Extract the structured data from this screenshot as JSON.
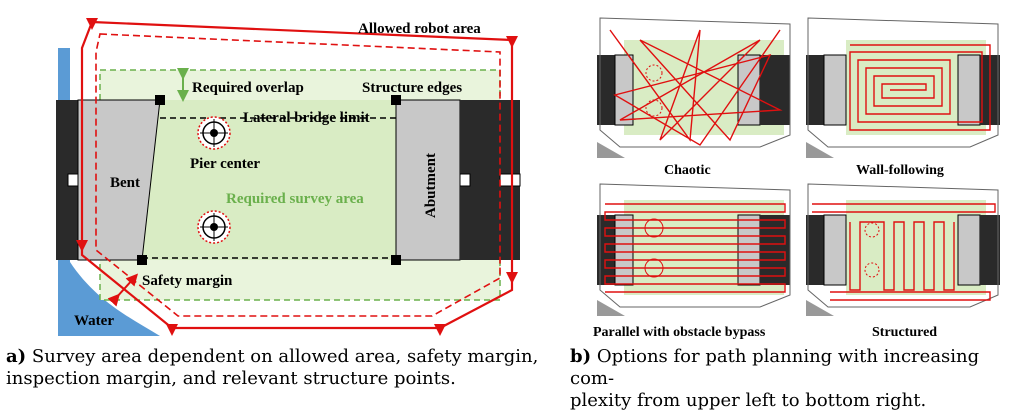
{
  "left_panel": {
    "allowed_robot_area": "Allowed robot area",
    "required_overlap": "Required overlap",
    "structure_edges": "Structure edges",
    "lateral_bridge_limit": "Lateral bridge limit",
    "pier_center": "Pier center",
    "bent": "Bent",
    "required_survey_area": "Required survey area",
    "abutment": "Abutment",
    "safety_margin": "Safety margin",
    "water": "Water"
  },
  "right_panel": {
    "chaotic": "Chaotic",
    "wall_following": "Wall-following",
    "parallel": "Parallel with obstacle bypass",
    "structured": "Structured"
  },
  "captions": {
    "a_letter": "a)",
    "a_text_1": "Survey area dependent on allowed area, safety margin,",
    "a_text_2": "inspection margin, and relevant structure points.",
    "b_letter": "b)",
    "b_text_1": "Options for path planning with increasing com-",
    "b_text_2": "plexity from upper left to bottom right."
  },
  "colors": {
    "robot_path": "#e01010",
    "survey_fill": "#d9ecc4",
    "overlap_fill": "#e9f4dc",
    "green_text": "#6ab04c",
    "water": "#5b9bd5",
    "structure_dark": "#2a2a2a",
    "structure_gray": "#c8c8c8"
  }
}
